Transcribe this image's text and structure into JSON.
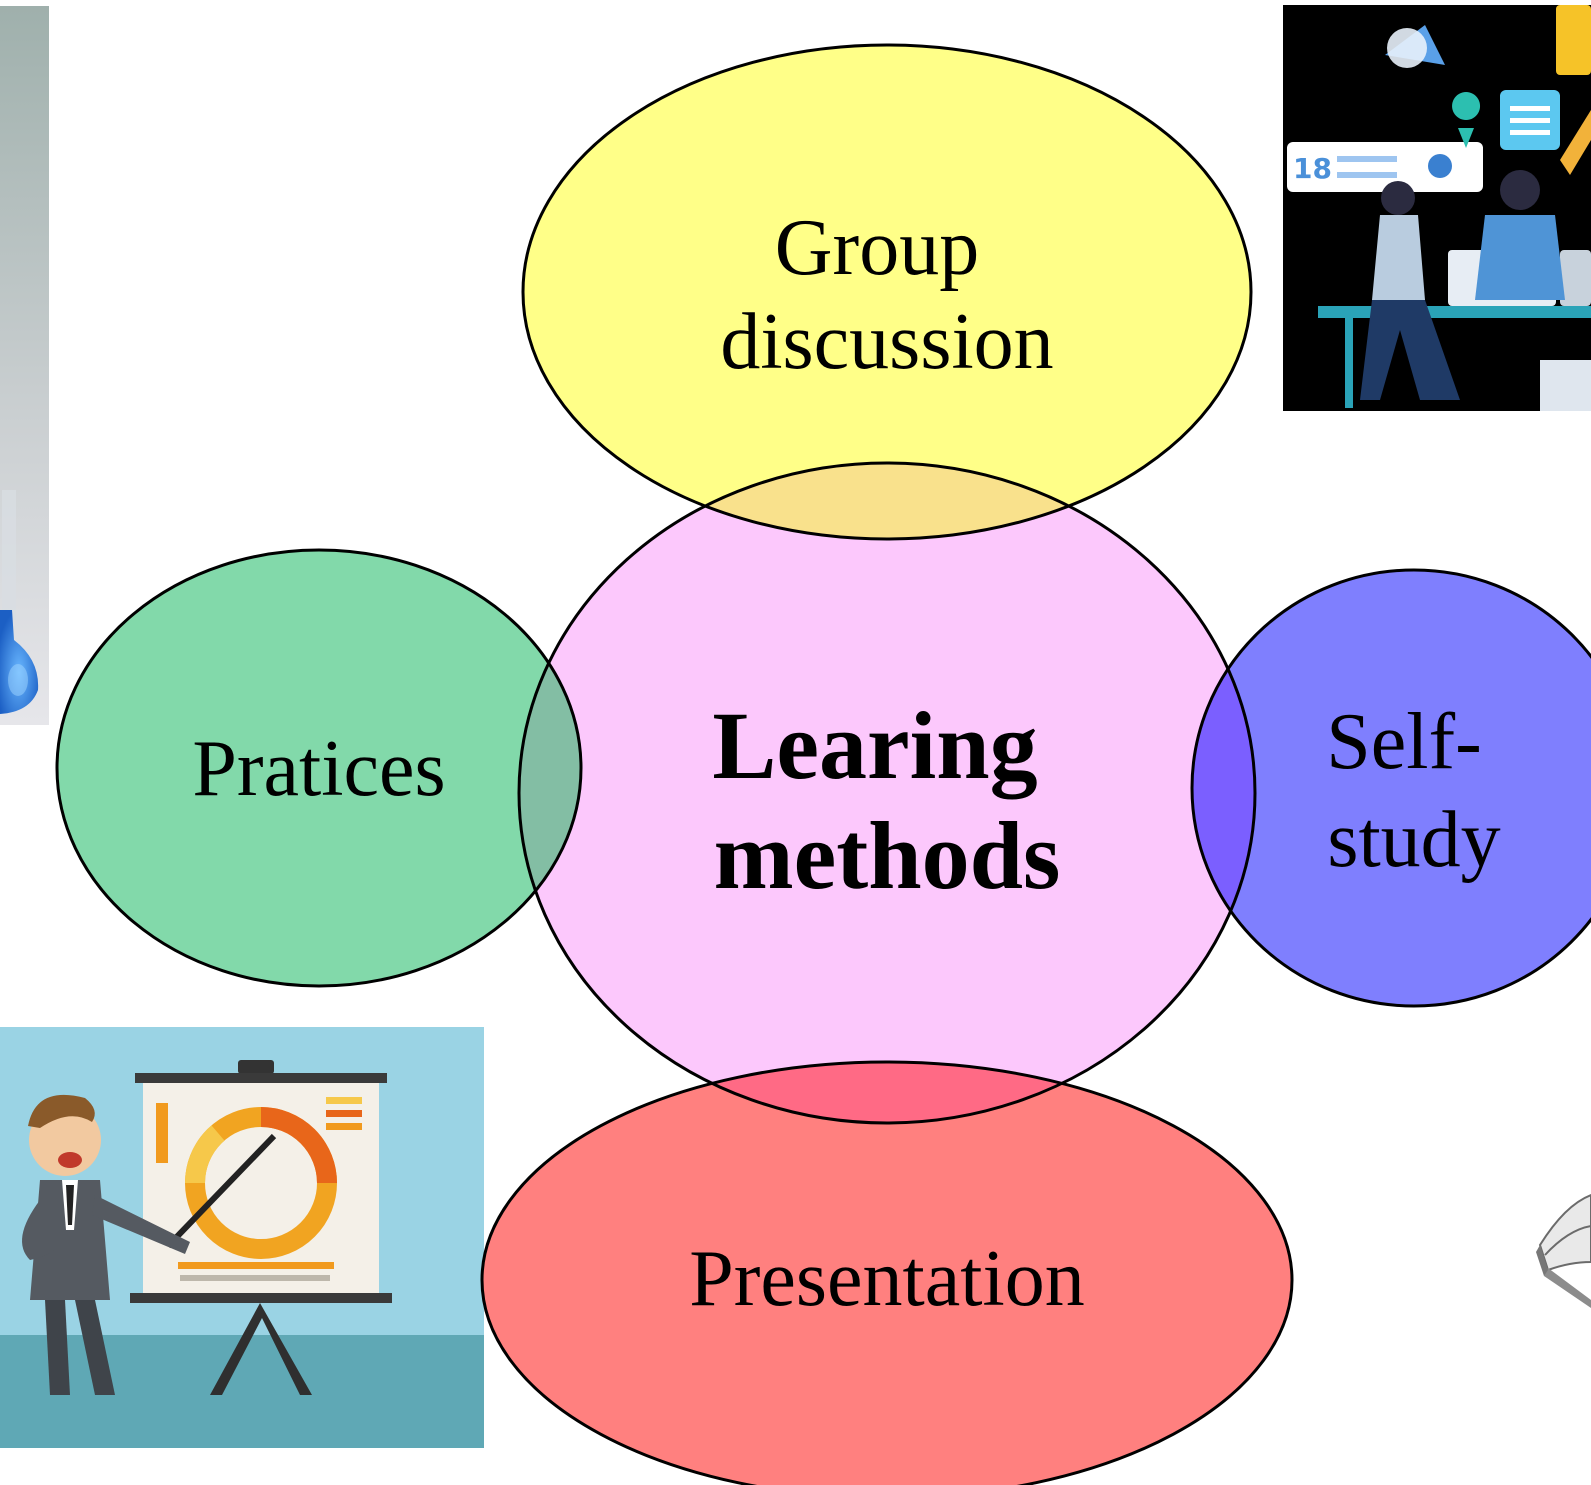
{
  "diagram": {
    "center": {
      "lines": [
        "Learing",
        "methods"
      ]
    },
    "nodes": {
      "top": {
        "lines": [
          "Group",
          "discussion"
        ]
      },
      "left": {
        "lines": [
          "Pratices"
        ]
      },
      "right": {
        "lines": [
          "Self-",
          "study"
        ]
      },
      "bottom": {
        "lines": [
          "Presentation"
        ]
      }
    }
  },
  "colors": {
    "center_fill": "#fcc8fc",
    "top_fill": "#ffff88",
    "left_fill": "#82d9aa",
    "right_fill": "#7f7ffe",
    "bottom_fill": "#ff807f",
    "overlap_top": "#f9e18c",
    "overlap_left": "#83bea4",
    "overlap_right": "#7b5fff",
    "overlap_bottom": "#ff6a85",
    "outline": "#000000"
  },
  "images": [
    {
      "name": "lab-flask-photo"
    },
    {
      "name": "team-meeting-illustration"
    },
    {
      "name": "presenter-illustration"
    },
    {
      "name": "books-sketch"
    }
  ]
}
